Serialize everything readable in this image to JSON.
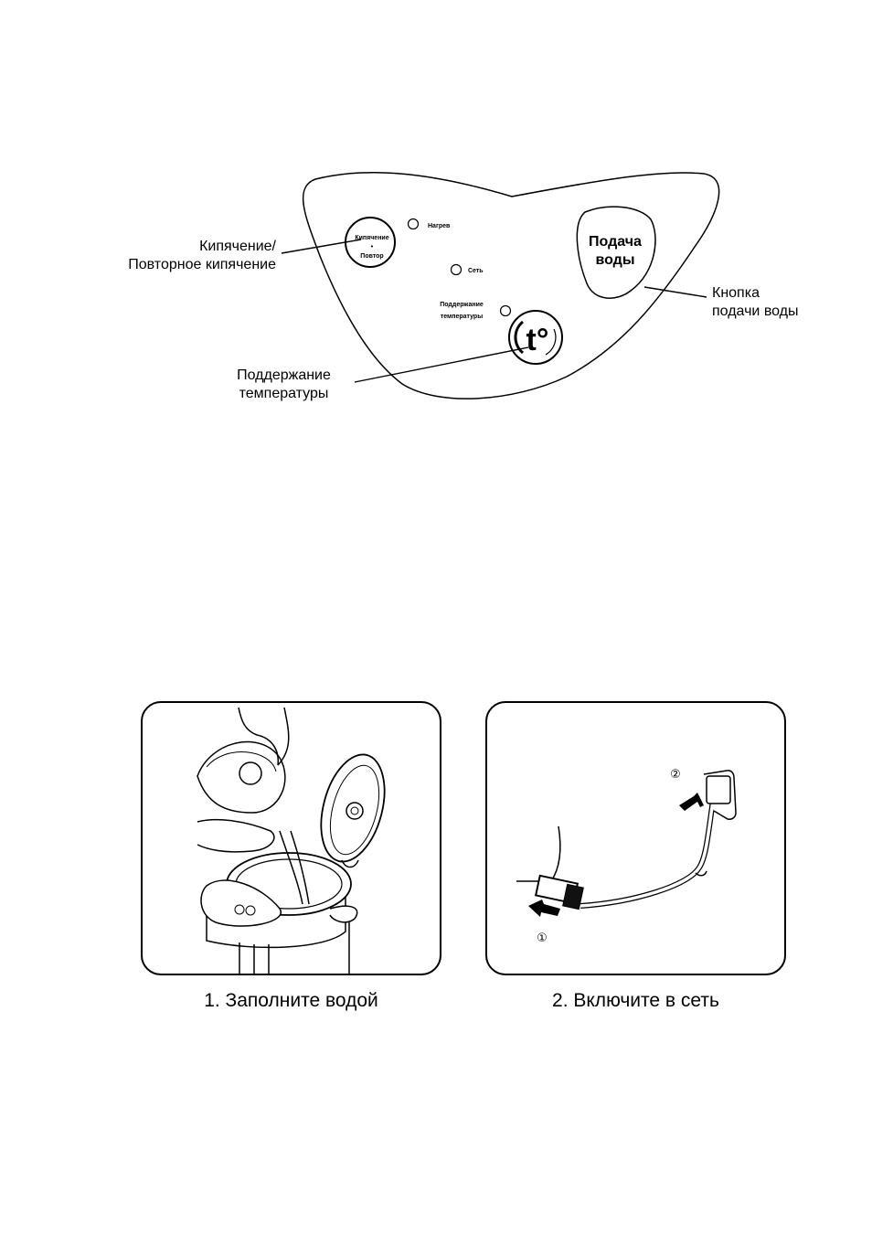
{
  "panel_diagram": {
    "labels": {
      "boil": [
        "Кипячение/",
        "Повторное кипячение"
      ],
      "keep_warm": [
        "Поддержание",
        "температуры"
      ],
      "water_button": [
        "Кнопка",
        "подачи воды"
      ]
    },
    "panel_text": {
      "heating": "Нагрев",
      "power": "Сеть",
      "keep_warm_indicator": [
        "Поддержание",
        "температуры"
      ],
      "water_supply": [
        "Подача",
        "воды"
      ],
      "boil_button": [
        "Кипячение",
        "•",
        "Повтор"
      ],
      "temp_symbol": "t°"
    }
  },
  "steps": [
    {
      "caption": "1. Заполните водой"
    },
    {
      "caption": "2. Включите в сеть",
      "markers": [
        "①",
        "②"
      ]
    }
  ]
}
